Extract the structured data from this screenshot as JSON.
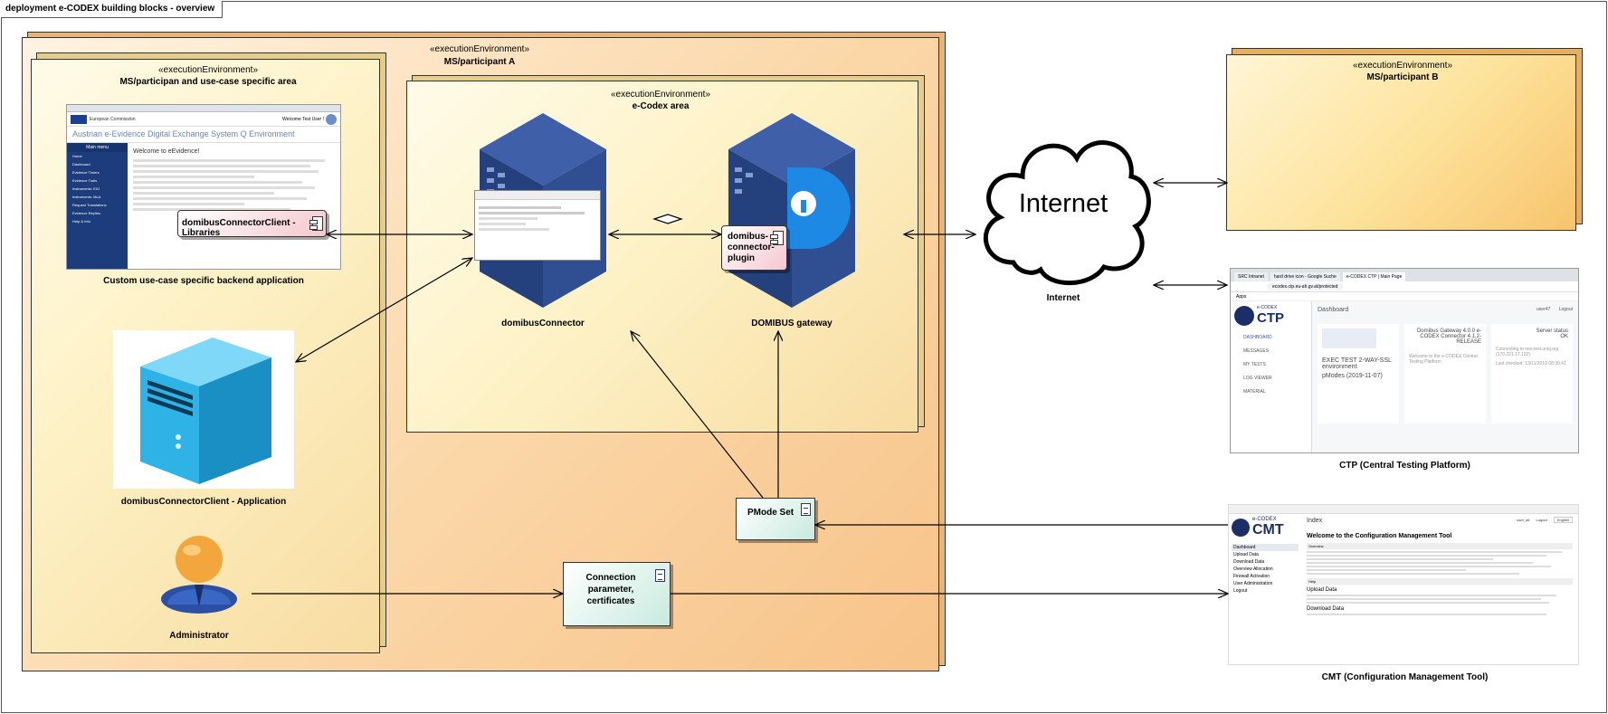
{
  "diagram": {
    "frame_title": "deployment e-CODEX building blocks - overview",
    "stereotype": "«executionEnvironment»",
    "environments": {
      "participant_a": "MS/participant A",
      "participan_area": "MS/participan and use-case specific area",
      "ecodex_area": "e-Codex area",
      "participant_b": "MS/participant B"
    },
    "nodes": {
      "connector_libraries": "domibusConnectorClient - Libraries",
      "connector_plugin": "domibus-connector-plugin",
      "domibus_connector": "domibusConnector",
      "domibus_gateway": "DOMIBUS gateway",
      "backend_app": "Custom use-case specific backend application",
      "client_application": "domibusConnectorClient - Application",
      "administrator": "Administrator",
      "pmode_set": "PMode Set",
      "connection_params": "Connection parameter, certificates",
      "internet_cloud": "Internet",
      "internet_label": "Internet",
      "ctp": "CTP (Central Testing Platform)",
      "cmt": "CMT (Configuration Management Tool)"
    },
    "backend_screenshot": {
      "org": "European Commission",
      "welcome_user": "Welcome Test User !",
      "banner": "Austrian e-Evidence Digital Exchange System Q Environment",
      "menu_title": "Main menu",
      "menu": [
        "Home",
        "Dashboard",
        "Evidence Timers",
        "Evidence Trails",
        "Instruments: EIO",
        "Instruments: MLA",
        "Request Translations",
        "Evidence Replies",
        "Help & Info"
      ],
      "heading": "Welcome to eEvidence!"
    },
    "ctp_screenshot": {
      "tabs": [
        "SRC Intranet",
        "hard drive icon - Google Suche",
        "e-CODEX CTP | Main Page"
      ],
      "url": "ecodex.ctp.eu-ah.gv.at/protected",
      "apps": "Apps",
      "logo_small": "e-CODEX",
      "logo_big": "CTP",
      "page_title": "Dashboard",
      "user": "user47",
      "logout": "Logout",
      "nav": [
        "DASHBOARD",
        "MESSAGES",
        "MY TESTS",
        "LOG VIEWER",
        "MATERIAL"
      ],
      "card1_line1": "EXEC TEST 2-WAY-SSL environment",
      "card1_line2": "pModes (2019-11-07)",
      "card2": "Domibus Gateway 4.0.0 e-CODEX Connector 4.1.2-RELEASE",
      "card2_footer": "Welcome to the e-CODEX Central Testing Platform",
      "card3_title": "Server status",
      "card3_status": "OK",
      "card3_text": "Connecting to neo.test.uniq.org (170.221.17.122)",
      "card3_checked": "Last checked: 13/11/2019 08:30:41"
    },
    "cmt_screenshot": {
      "logo_small": "e-CODEX",
      "logo_big": "CMT",
      "page_title": "Index",
      "user": "user_ati",
      "logout": "Logout",
      "lang": "English",
      "nav": [
        "Dashboard",
        "Upload Data",
        "Download Data",
        "Overview Allocation",
        "Firewall Activation",
        "User Administration",
        "Logout"
      ],
      "heading": "Welcome to the Configuration Management Tool",
      "section1": "Overview",
      "section2": "Help",
      "sub1": "Upload Data",
      "sub2": "Download Data"
    }
  },
  "colors": {
    "env_outer": "#fbd7a8",
    "env_inner": "#fdf1c4",
    "component": "#f4c7cf",
    "artifact": "#c8eadf",
    "server": "#2e4b8a",
    "client_server": "#3cc7f2"
  }
}
